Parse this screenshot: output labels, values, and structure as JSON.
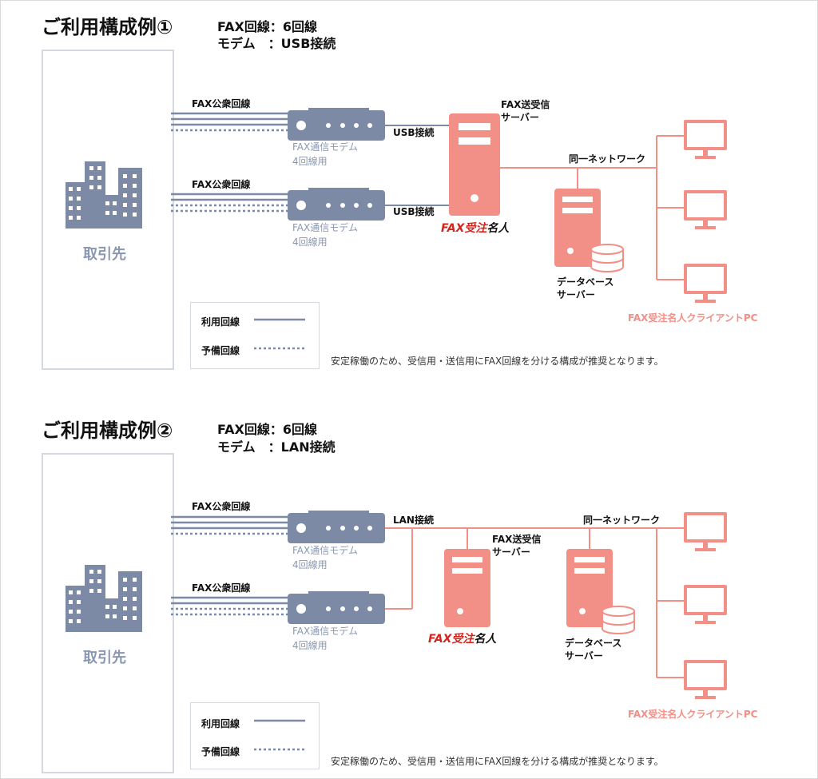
{
  "diagram1": {
    "title": "ご利用構成例①",
    "spec_line1": "FAX回線：6回線",
    "spec_line2": "モデム　：USB接続",
    "partner_label": "取引先",
    "line_label_top": "FAX公衆回線",
    "line_label_bottom": "FAX公衆回線",
    "modem_caption_top_1": "FAX通信モデム",
    "modem_caption_top_2": "4回線用",
    "modem_caption_bottom_1": "FAX通信モデム",
    "modem_caption_bottom_2": "4回線用",
    "connection_top": "USB接続",
    "connection_bottom": "USB接続",
    "fax_server_1": "FAX送受信",
    "fax_server_2": "サーバー",
    "network_label": "同一ネットワーク",
    "db_server_1": "データベース",
    "db_server_2": "サーバー",
    "client_label": "FAX受注名人クライアントPC",
    "legend_active": "利用回線",
    "legend_backup": "予備回線",
    "note": "安定稼働のため、受信用・送信用にFAX回線を分ける構成が推奨となります。"
  },
  "diagram2": {
    "title": "ご利用構成例②",
    "spec_line1": "FAX回線：6回線",
    "spec_line2": "モデム　：LAN接続",
    "partner_label": "取引先",
    "line_label_top": "FAX公衆回線",
    "line_label_bottom": "FAX公衆回線",
    "modem_caption_top_1": "FAX通信モデム",
    "modem_caption_top_2": "4回線用",
    "modem_caption_bottom_1": "FAX通信モデム",
    "modem_caption_bottom_2": "4回線用",
    "connection": "LAN接続",
    "fax_server_1": "FAX送受信",
    "fax_server_2": "サーバー",
    "network_label": "同一ネットワーク",
    "db_server_1": "データベース",
    "db_server_2": "サーバー",
    "client_label": "FAX受注名人クライアントPC",
    "legend_active": "利用回線",
    "legend_backup": "予備回線",
    "note": "安定稼働のため、受信用・送信用にFAX回線を分ける構成が推奨となります。"
  },
  "logo": {
    "part1": "FAX",
    "part2": "受注",
    "part3": "名人"
  },
  "colors": {
    "slate": "#7d8aa6",
    "salmon": "#f28f87",
    "logo_red": "#d6241c",
    "border": "#d4d8df"
  }
}
